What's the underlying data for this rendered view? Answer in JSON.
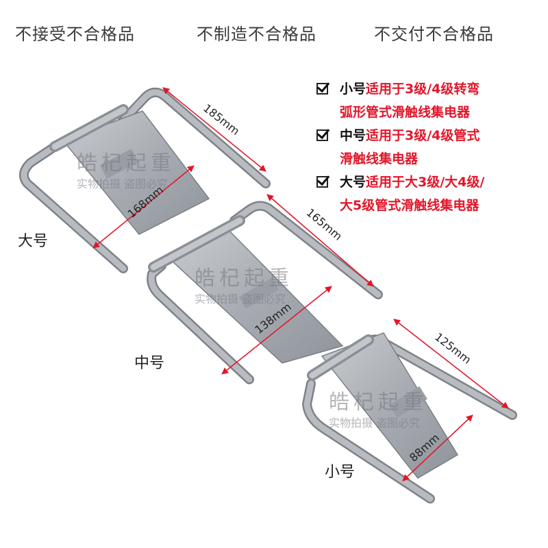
{
  "banner": [
    "不接受不合格品",
    "不制造不合格品",
    "不交付不合格品"
  ],
  "specs": [
    {
      "size": "小号",
      "desc1": "适用于3级/4级转弯",
      "desc2": "弧形管式滑触线集电器"
    },
    {
      "size": "中号",
      "desc1": "适用于3级/4级管式",
      "desc2": "滑触线集电器"
    },
    {
      "size": "大号",
      "desc1": "适用于大3级/大4级/",
      "desc2": "大5级管式滑触线集电器"
    }
  ],
  "items": {
    "large": {
      "label": "大号",
      "length": "185mm",
      "width": "168mm"
    },
    "medium": {
      "label": "中号",
      "length": "165mm",
      "width": "138mm"
    },
    "small": {
      "label": "小号",
      "length": "125mm",
      "width": "88mm"
    }
  },
  "watermark": {
    "brand": "皓杞起重",
    "note": "实物拍摄 盗图必究"
  },
  "colors": {
    "accent": "#e2162a",
    "metal": "#a9adb3",
    "dimension_line": "#e2162a"
  }
}
